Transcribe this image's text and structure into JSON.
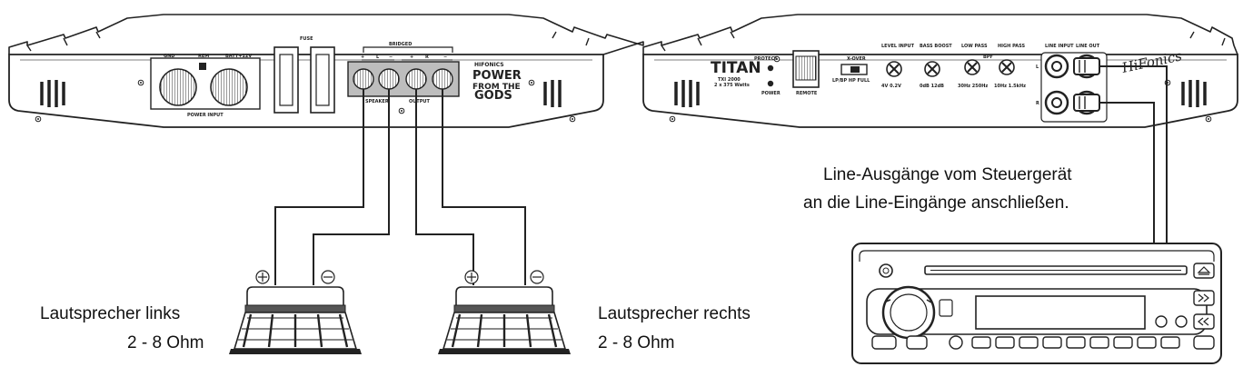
{
  "captions": {
    "speaker_left_name": "Lautsprecher links",
    "speaker_left_ohm": "2 - 8 Ohm",
    "speaker_right_name": "Lautsprecher rechts",
    "speaker_right_ohm": "2 - 8 Ohm",
    "line_note_1": "Line-Ausgänge vom Steuergerät",
    "line_note_2": "an die Line-Eingänge anschließen."
  },
  "amp_left": {
    "gnd": "GND",
    "rem": "REM",
    "batt": "BATT+12V",
    "power_input": "POWER INPUT",
    "fuse": "FUSE",
    "bridged": "BRIDGED",
    "ch_l": "L",
    "ch_r": "R",
    "speaker": "SPEAKER",
    "output": "OUTPUT",
    "brand_small": "HIFONICS",
    "brand_1": "POWER",
    "brand_2": "FROM THE",
    "brand_3": "GODS"
  },
  "amp_right": {
    "titan": "TITAN",
    "model_1": "TXI 2000",
    "model_2": "2 x 375 Watts",
    "protect": "PROTECT",
    "power": "POWER",
    "remote": "REMOTE",
    "xover": "X-OVER",
    "xover_opts": "LP/BP  HP  FULL",
    "level": "LEVEL INPUT",
    "level_range": "4V   0.2V",
    "bass": "BASS BOOST",
    "bass_range": "0dB  12dB",
    "low": "LOW PASS",
    "low_range": "30Hz  250Hz",
    "high": "HIGH PASS",
    "high_range": "10Hz  1.5kHz",
    "bpf": "BPF",
    "line_input": "LINE INPUT",
    "line_out": "LINE OUT",
    "ch_l": "L",
    "ch_r": "R",
    "brand": "HiFonics"
  },
  "symbols": {
    "plus": "+",
    "minus": "−"
  }
}
